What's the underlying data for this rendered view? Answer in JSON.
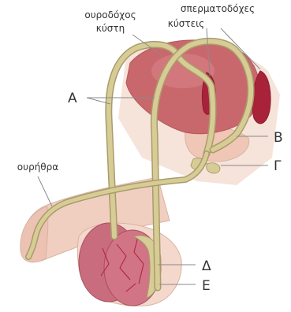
{
  "labels": {
    "bladder_line1": "ουροδόχος",
    "bladder_line2": "κύστη",
    "vesicles_line1": "σπερματοδόχες",
    "vesicles_line2": "κύστεις",
    "urethra": "ουρήθρα",
    "A": "Α",
    "B": "Β",
    "G": "Γ",
    "D": "Δ",
    "E": "Ε"
  },
  "colors": {
    "bladder": "#c9686c",
    "vesicle": "#a8233a",
    "duct": "#d8cc96",
    "duct_outline": "#a89c6a",
    "skin": "#f1cfc0",
    "testis": "#d07486",
    "text": "#333333"
  }
}
